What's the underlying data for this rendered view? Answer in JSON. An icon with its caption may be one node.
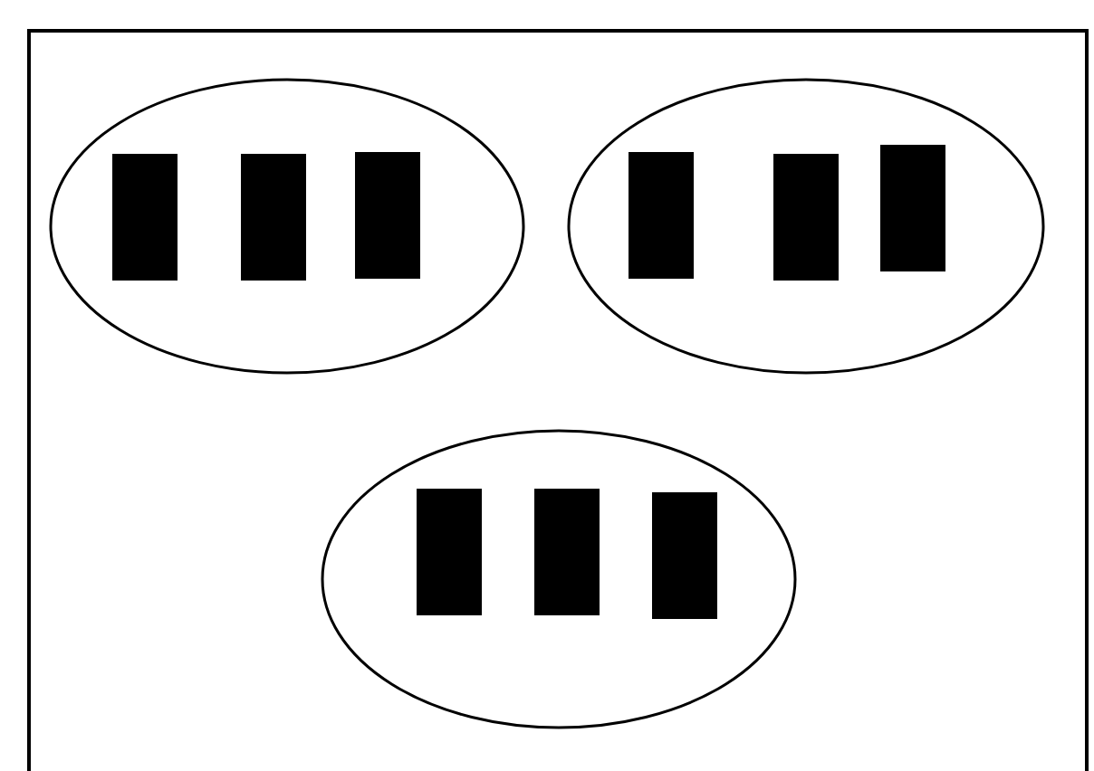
{
  "diagram": {
    "nodes": [
      {
        "text": [],
        "shape": "ellipse"
      },
      {
        "text": [],
        "shape": "bar",
        "in": 0
      },
      {
        "text": [],
        "shape": "bar",
        "in": 0
      },
      {
        "text": [],
        "shape": "bar",
        "in": 0
      },
      {
        "text": [],
        "shape": "ellipse"
      },
      {
        "text": [],
        "shape": "bar",
        "in": 4
      },
      {
        "text": [],
        "shape": "bar",
        "in": 4
      },
      {
        "text": [],
        "shape": "bar",
        "in": 4
      },
      {
        "text": [],
        "shape": "ellipse"
      },
      {
        "text": [],
        "shape": "bar",
        "in": 8
      },
      {
        "text": [],
        "shape": "bar",
        "in": 8
      },
      {
        "text": [],
        "shape": "bar",
        "in": 8
      }
    ]
  }
}
